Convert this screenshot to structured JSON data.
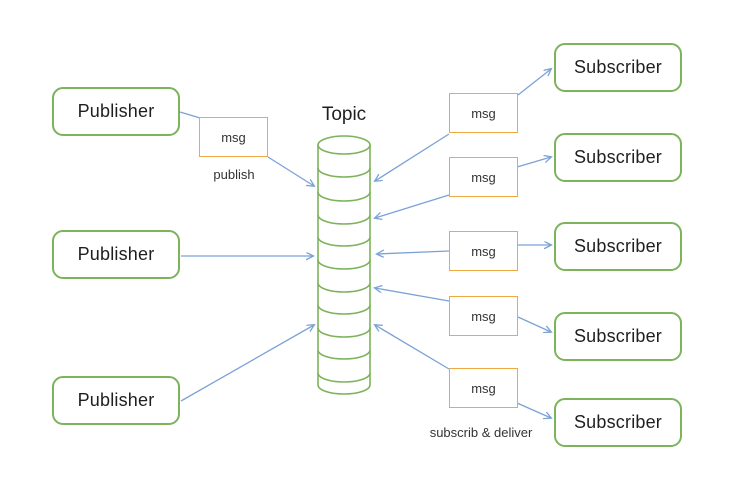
{
  "diagram": {
    "topic": {
      "label": "Topic"
    },
    "publishers": [
      {
        "label": "Publisher"
      },
      {
        "label": "Publisher"
      },
      {
        "label": "Publisher"
      }
    ],
    "subscribers": [
      {
        "label": "Subscriber"
      },
      {
        "label": "Subscriber"
      },
      {
        "label": "Subscriber"
      },
      {
        "label": "Subscriber"
      },
      {
        "label": "Subscriber"
      }
    ],
    "left_msg": {
      "label": "msg"
    },
    "right_msgs": [
      {
        "label": "msg"
      },
      {
        "label": "msg"
      },
      {
        "label": "msg"
      },
      {
        "label": "msg"
      },
      {
        "label": "msg"
      }
    ],
    "annotations": {
      "publish": "publish",
      "subscribe_deliver": "subscrib & deliver"
    },
    "colors": {
      "node_border": "#7cb35b",
      "msg_border": "#f0a843",
      "arrow": "#7ba2d6",
      "label_text": "#1f1f1f"
    }
  }
}
